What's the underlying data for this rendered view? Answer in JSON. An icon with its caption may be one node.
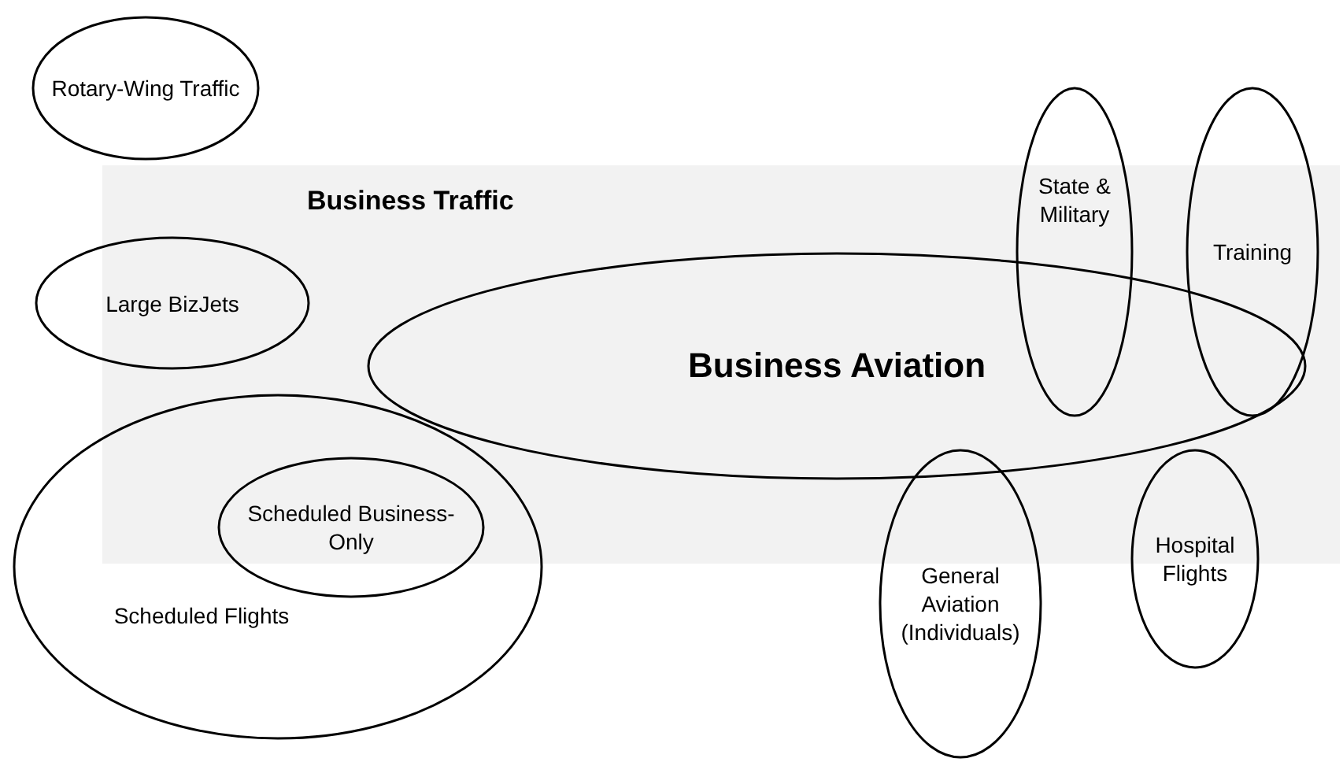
{
  "diagram": {
    "nodes": [
      {
        "text": [
          "Rotary-Wing Traffic"
        ]
      },
      {
        "text": [
          "Business Traffic"
        ]
      },
      {
        "text": [
          "Large BizJets"
        ]
      },
      {
        "text": [
          "State & Military"
        ]
      },
      {
        "text": [
          "Training"
        ]
      },
      {
        "text": [
          "Business Aviation"
        ],
        "in": 1
      },
      {
        "text": [
          "Scheduled Flights"
        ]
      },
      {
        "text": [
          "Scheduled Business-Only"
        ],
        "in": 6
      },
      {
        "text": [
          "General Aviation (Individuals)"
        ]
      },
      {
        "text": [
          "Hospital Flights"
        ]
      }
    ]
  }
}
